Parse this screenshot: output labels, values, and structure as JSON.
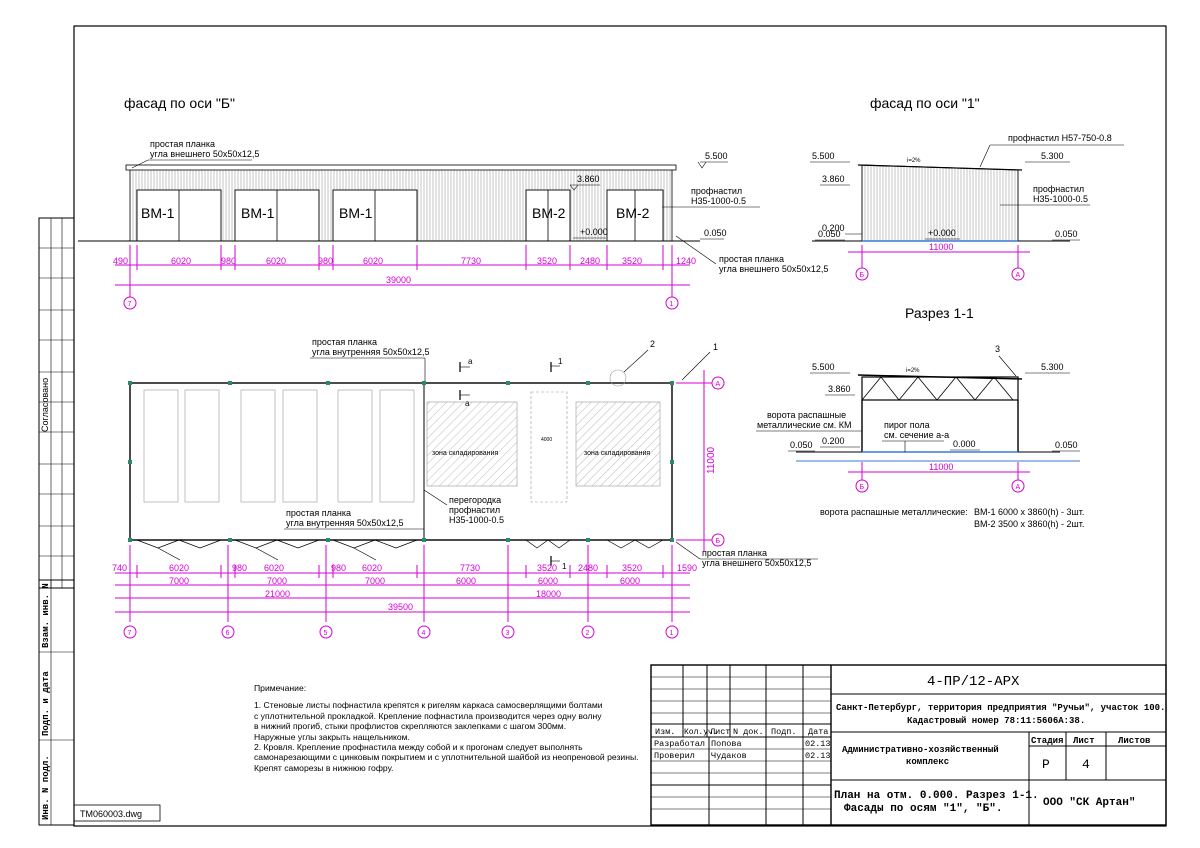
{
  "views": {
    "facade_b": {
      "title": "фасад по оси \"Б\"",
      "label_top": [
        "простая планка",
        "угла внешнего 50х50х12,5"
      ],
      "gates": [
        "ВМ-1",
        "ВМ-1",
        "ВМ-1",
        "ВМ-2",
        "ВМ-2"
      ],
      "level_top": "5.500",
      "level_gate": "3.860",
      "level_zero": "+0.000",
      "level_ground": "0.050",
      "profile_label": [
        "профнастил",
        "Н35-1000-0.5"
      ],
      "label_bottom": [
        "простая планка",
        "угла внешнего 50х50х12,5"
      ],
      "dims": [
        "490",
        "6020",
        "980",
        "6020",
        "980",
        "6020",
        "7730",
        "3520",
        "2480",
        "3520",
        "1240"
      ],
      "dim_total": "39000",
      "axes": [
        "7",
        "1"
      ]
    },
    "facade_1": {
      "title": "фасад по оси \"1\"",
      "roof_label": "профнастил Н57-750-0.8",
      "level_left_top": "5.500",
      "level_left_mid": "3.860",
      "level_right_top": "5.300",
      "level_left_ground": "0.050",
      "level_200": "0.200",
      "level_zero": "+0.000",
      "level_right_ground": "0.050",
      "slope": "i=2%",
      "profile_label": [
        "профнастил",
        "Н35-1000-0.5"
      ],
      "dim": "11000",
      "axes": [
        "Б",
        "А"
      ]
    },
    "section": {
      "title": "Разрез 1-1",
      "callout": "3",
      "level_left_top": "5.500",
      "level_left_mid": "3.860",
      "level_right_top": "5.300",
      "slope": "i=2%",
      "gate_label": [
        "ворота распашные",
        "металлические см. КМ"
      ],
      "floor_label": [
        "пирог пола",
        "см. сечение а-а"
      ],
      "level_left_ground": "0.050",
      "level_200": "0.200",
      "level_zero": "0.000",
      "level_right_ground": "0.050",
      "dim": "11000",
      "axes": [
        "Б",
        "А"
      ],
      "gates_legend": {
        "caption": "ворота распашные металлические:",
        "lines": [
          "ВМ-1  6000 х 3860(h) - 3шт.",
          "ВМ-2  3500 х 3860(h) - 2шт."
        ]
      }
    },
    "plan": {
      "label_top": [
        "простая планка",
        "угла внутренняя 50х50х12,5"
      ],
      "callouts": [
        "2",
        "1"
      ],
      "cut_marks": [
        "а",
        "а",
        "1",
        "1"
      ],
      "zone_label": "зона складирования",
      "mid_dim": "4000",
      "partition_label": [
        "перегородка",
        "профнастил",
        "Н35-1000-0.5"
      ],
      "label_inner": [
        "простая планка",
        "угла внутренняя 50х50х12,5"
      ],
      "label_outer": [
        "простая планка",
        "угла внешнего 50х50х12,5"
      ],
      "dim_height": "11000",
      "dims_row1": [
        "740",
        "6020",
        "980",
        "6020",
        "980",
        "6020",
        "7730",
        "3520",
        "2480",
        "3520",
        "1590"
      ],
      "dims_row2": [
        "7000",
        "7000",
        "7000",
        "6000",
        "6000",
        "6000"
      ],
      "dims_row3": [
        "21000",
        "18000"
      ],
      "dim_total": "39500",
      "axes_bottom": [
        "7",
        "6",
        "5",
        "4",
        "3",
        "2",
        "1"
      ],
      "axes_right": [
        "А",
        "Б"
      ]
    }
  },
  "notes": {
    "title": "Примечание:",
    "lines": [
      "1. Стеновые листы пофнастила крепятся к ригелям каркаса самосверлящими болтами",
      "с уплотнительной прокладкой. Крепление пофнастила производится через одну волну",
      "в нижний прогиб, стыки профлистов скрепляются заклепками с шагом 300мм.",
      "Наружные углы закрыть нащельником.",
      "2. Кровля. Крепление профнастила между собой и к прогонам следует выполнять",
      "самонарезающими с цинковым покрытием и с уплотнительной шайбой из неопреновой резины.",
      "Крепят саморезы в нижнюю гофру."
    ]
  },
  "stamp": {
    "code": "4-ПР/12-АРХ",
    "address_line1": "Санкт-Петербург, территория предприятия \"Ручьи\", участок 100.",
    "address_line2": "Кадастровый номер 78:11:5606А:38.",
    "col_headers": [
      "Изм.",
      "Кол.уч.",
      "Лист",
      "N док.",
      "Подп.",
      "Дата"
    ],
    "row_developed": {
      "role": "Разработал",
      "name": "Попова",
      "date": "02.13"
    },
    "row_checked": {
      "role": "Проверил",
      "name": "Чудаков",
      "date": "02.13"
    },
    "object_line1": "Административно-хозяйственный",
    "object_line2": "комплекс",
    "stage_label": "Стадия",
    "sheet_label": "Лист",
    "sheets_label": "Листов",
    "stage": "Р",
    "sheet_no": "4",
    "sheet_title_line1": "План на отм. 0.000. Разрез 1-1.",
    "sheet_title_line2": "Фасады по осям \"1\", \"Б\".",
    "company": "ООО \"СК Артан\""
  },
  "side_stamp": {
    "agreed": "Согласовано",
    "vzam": "Взам. инв. N",
    "podp": "Подп. и дата",
    "inv": "Инв. N подл."
  },
  "file_name": "ТМ060003.dwg",
  "colors": {
    "dimension": "#d400d4",
    "line": "#000000",
    "hatch": "#9a9a9a"
  }
}
